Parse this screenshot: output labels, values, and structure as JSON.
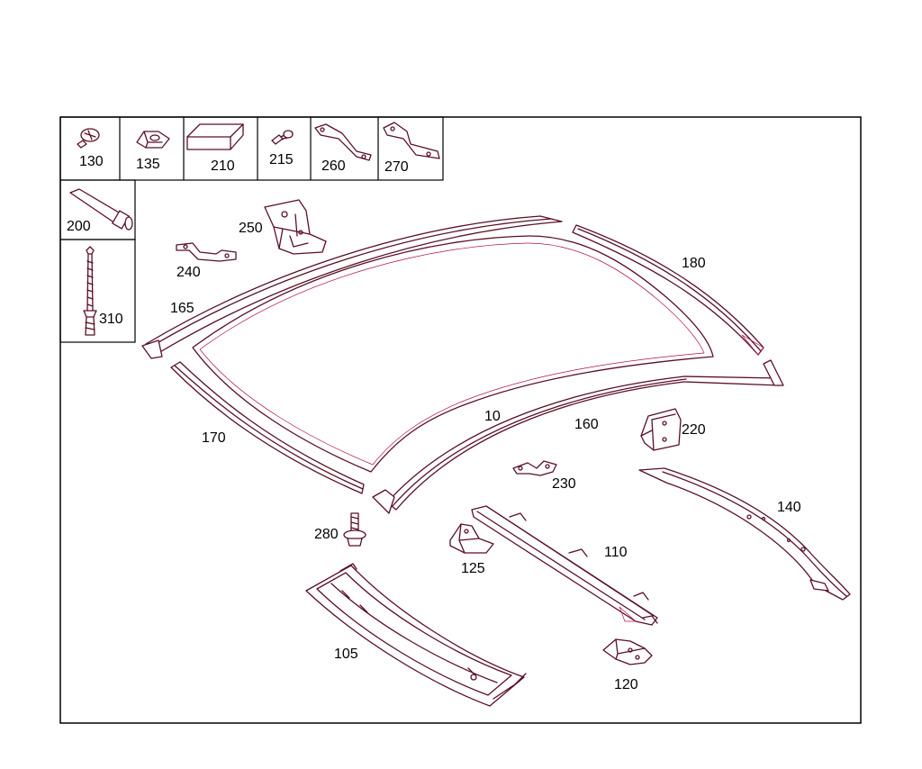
{
  "diagram": {
    "legend_parts": [
      {
        "id": "130",
        "label": "130"
      },
      {
        "id": "135",
        "label": "135"
      },
      {
        "id": "210",
        "label": "210"
      },
      {
        "id": "215",
        "label": "215"
      },
      {
        "id": "260",
        "label": "260"
      },
      {
        "id": "270",
        "label": "270"
      },
      {
        "id": "200",
        "label": "200"
      },
      {
        "id": "310",
        "label": "310"
      }
    ],
    "callouts": {
      "p250": "250",
      "p240": "240",
      "p165": "165",
      "p180": "180",
      "p170": "170",
      "p10": "10",
      "p160": "160",
      "p220": "220",
      "p230": "230",
      "p140": "140",
      "p280": "280",
      "p125": "125",
      "p110": "110",
      "p105": "105",
      "p120": "120"
    },
    "colors": {
      "line": "#5a0f24",
      "accent_line": "#b0104a",
      "frame": "#000000",
      "background": "#ffffff"
    }
  }
}
